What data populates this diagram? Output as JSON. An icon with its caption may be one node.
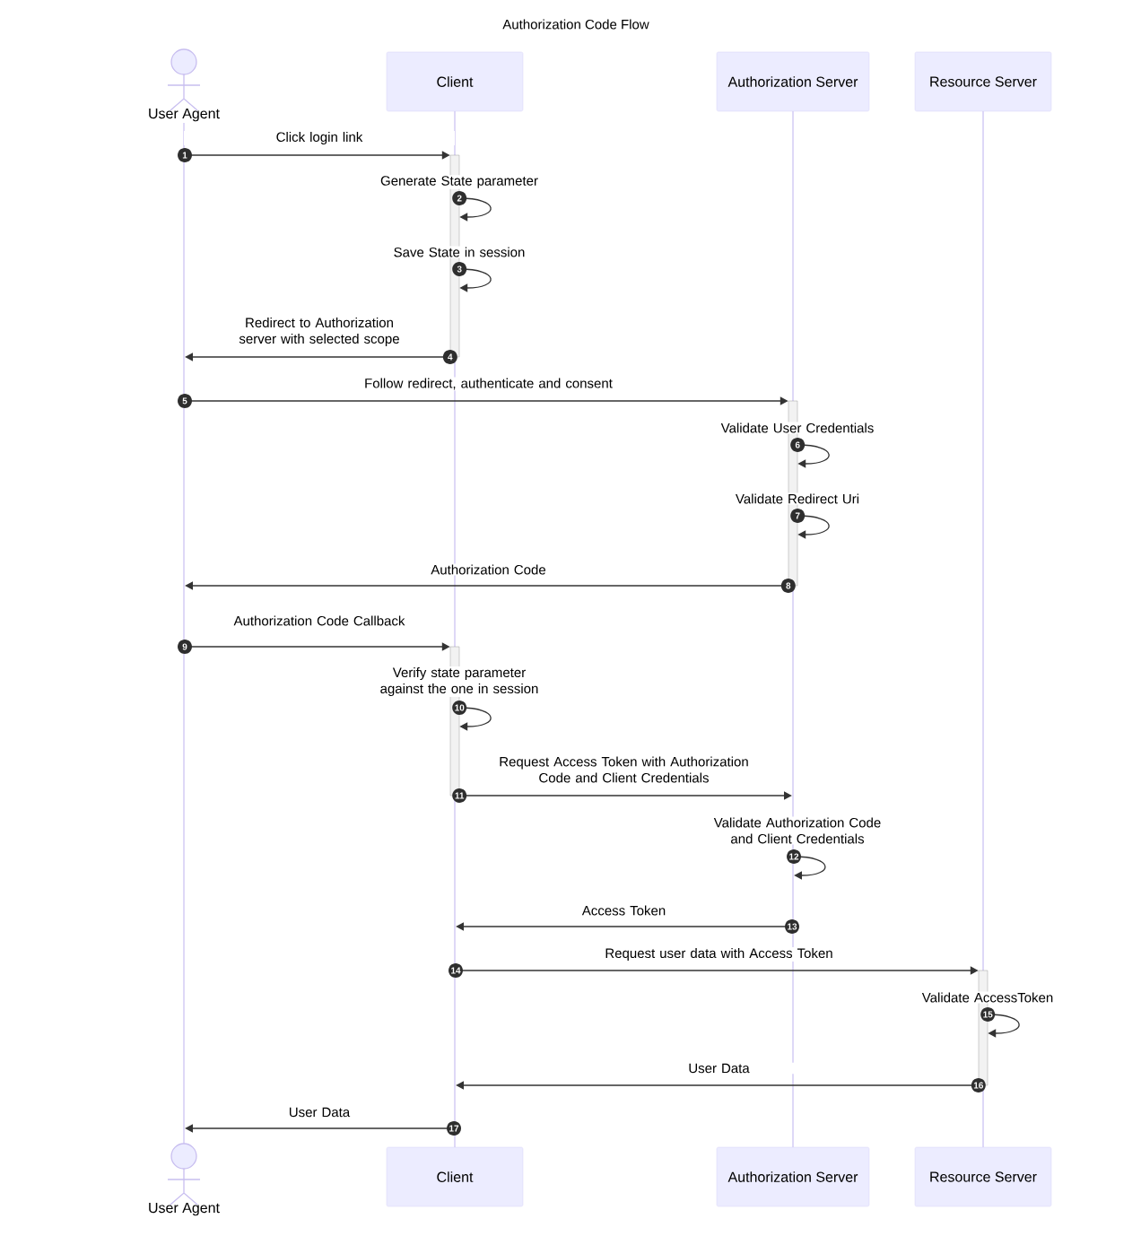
{
  "diagram": {
    "title": "Authorization Code Flow",
    "nodes": [
      {
        "text": [
          "User Agent"
        ]
      },
      {
        "text": [
          "Client"
        ]
      },
      {
        "text": [
          "Authorization Server"
        ]
      },
      {
        "text": [
          "Resource Server"
        ]
      },
      {
        "text": [
          "User Agent"
        ]
      },
      {
        "text": [
          "Client"
        ]
      },
      {
        "text": [
          "Authorization Server"
        ]
      },
      {
        "text": [
          "Resource Server"
        ]
      },
      {
        "text": [],
        "shape": "line"
      },
      {
        "text": [],
        "shape": "line"
      },
      {
        "text": [],
        "shape": "line"
      },
      {
        "text": [],
        "shape": "line"
      },
      {
        "text": [],
        "shape": "bar"
      },
      {
        "text": [],
        "shape": "bar"
      },
      {
        "text": [],
        "shape": "bar"
      },
      {
        "text": [],
        "shape": "bar"
      }
    ],
    "edges": [
      {
        "from": 8,
        "to": 12,
        "arrow": "to",
        "label": "Click login link"
      },
      {
        "from": 12,
        "to": 12,
        "arrow": "to",
        "label": "Generate State parameter"
      },
      {
        "from": 12,
        "to": 12,
        "arrow": "to",
        "label": "Save State in session"
      },
      {
        "from": 12,
        "to": 8,
        "arrow": "to",
        "label": "Redirect to Authorization server with selected scope"
      },
      {
        "from": 8,
        "to": 13,
        "arrow": "to",
        "label": "Follow redirect, authenticate and consent"
      },
      {
        "from": 13,
        "to": 13,
        "arrow": "to",
        "label": "Validate User Credentials"
      },
      {
        "from": 13,
        "to": 13,
        "arrow": "to",
        "label": "Validate Redirect Uri"
      },
      {
        "from": 13,
        "to": 8,
        "arrow": "to",
        "label": "Authorization Code"
      },
      {
        "from": 8,
        "to": 14,
        "arrow": "to",
        "label": "Authorization Code Callback"
      },
      {
        "from": 14,
        "to": 14,
        "arrow": "to",
        "label": "Verify state parameter against the one in session"
      },
      {
        "from": 14,
        "to": 10,
        "arrow": "to",
        "label": "Request Access Token with Authorization Code and Client Credentials"
      },
      {
        "from": 10,
        "to": 10,
        "arrow": "to",
        "label": "Validate Authorization Code and Client Credentials"
      },
      {
        "from": 10,
        "to": 9,
        "arrow": "to",
        "label": "Access Token"
      },
      {
        "from": 9,
        "to": 15,
        "arrow": "to",
        "label": "Request user data with Access Token"
      },
      {
        "from": 15,
        "to": 15,
        "arrow": "to",
        "label": "Validate AccessToken"
      },
      {
        "from": 15,
        "to": 9,
        "arrow": "to",
        "label": "User Data"
      },
      {
        "from": 9,
        "to": 8,
        "arrow": "to",
        "label": "User Data"
      }
    ],
    "labels": [
      "1",
      "2",
      "3",
      "4",
      "5",
      "6",
      "7",
      "8",
      "9",
      "10",
      "11",
      "12",
      "13",
      "14",
      "15",
      "16",
      "17"
    ]
  }
}
